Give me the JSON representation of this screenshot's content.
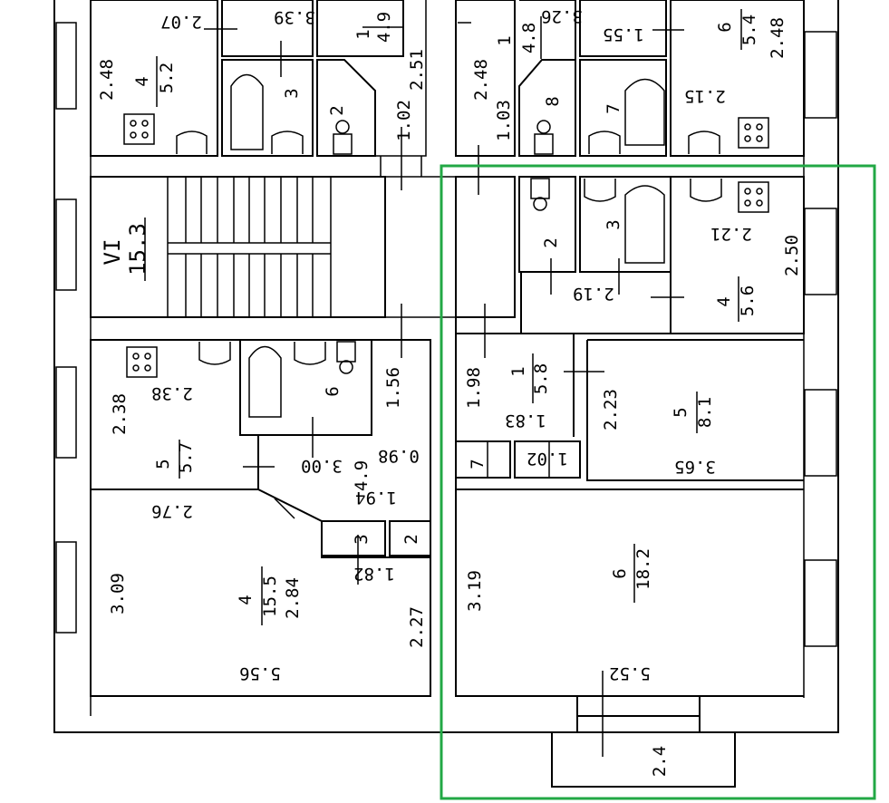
{
  "colors": {
    "highlight": "#22a845",
    "ink": "#000000",
    "paper": "#ffffff"
  },
  "labels": {
    "tl_207": "2.07",
    "tl_339": "3.39",
    "tl_1": "1",
    "tl_49": "4.9",
    "tl_248": "2.48",
    "tl_4": "4",
    "tl_52": "5.2",
    "tl_3": "3",
    "tl_2": "2",
    "tl_251": "2.51",
    "tl_102": "1.02",
    "tr_248": "2.48",
    "tr_103": "1.03",
    "tr_1": "1",
    "tr_48": "4.8",
    "tr_326": "3.26",
    "tr_8": "8",
    "tr_155": "1.55",
    "tr_7": "7",
    "tr_6": "6",
    "tr_54": "5.4",
    "tr_248b": "2.48",
    "tr_215": "2.15",
    "vi": "VI",
    "vi_area": "15.3",
    "ml_238a": "2.38",
    "ml_238b": "2.38",
    "ml_5": "5",
    "ml_57": "5.7",
    "ml_6": "6",
    "ml_156": "1.56",
    "ml_300": "3.00",
    "ml_49": "4.9",
    "ml_098": "0.98",
    "ml_194": "1.94",
    "ml_276": "2.76",
    "ml_3": "3",
    "ml_2": "2",
    "ml_182": "1.82",
    "bl_309": "3.09",
    "bl_4": "4",
    "bl_155": "15.5",
    "bl_284": "2.84",
    "bl_227": "2.27",
    "bl_556": "5.56",
    "hr_2": "2",
    "hr_3": "3",
    "hr_221": "2.21",
    "hr_250": "2.50",
    "hr_219": "2.19",
    "hr_4": "4",
    "hr_56": "5.6",
    "hr_198": "1.98",
    "hr_1": "1",
    "hr_58": "5.8",
    "hr_183": "1.83",
    "hr_223": "2.23",
    "hr_5": "5",
    "hr_81": "8.1",
    "hr_7": "7",
    "hr_102": "1.02",
    "hr_365": "3.65",
    "hr_319": "3.19",
    "hr_6": "6",
    "hr_182": "18.2",
    "hr_552": "5.52",
    "hr_24": "2.4"
  }
}
